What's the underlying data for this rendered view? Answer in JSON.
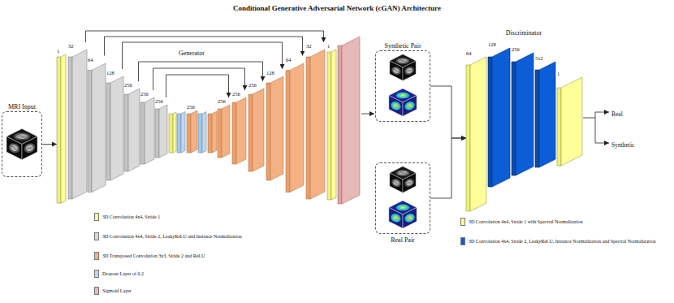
{
  "diagram": {
    "title": "Conditional Generative Adversarial Network (cGAN) Architecture",
    "nodes": [
      {
        "text": [
          "MRI Input"
        ]
      },
      {
        "text": [
          "1"
        ]
      },
      {
        "text": [
          "32"
        ]
      },
      {
        "text": [
          "64"
        ]
      },
      {
        "text": [
          "128"
        ]
      },
      {
        "text": [
          "256"
        ]
      },
      {
        "text": [
          "256"
        ]
      },
      {
        "text": [
          "256"
        ]
      },
      {
        "text": [
          "256"
        ]
      },
      {
        "text": [
          "256"
        ]
      },
      {
        "text": [
          "256"
        ]
      },
      {
        "text": [
          "256"
        ]
      },
      {
        "text": [
          "128"
        ]
      },
      {
        "text": [
          "64"
        ]
      },
      {
        "text": [
          "32"
        ]
      },
      {
        "text": [
          "1"
        ]
      },
      {
        "text": [
          "Synthetic Pair"
        ]
      },
      {
        "text": [
          "Real Pair"
        ]
      },
      {
        "text": [
          "64"
        ]
      },
      {
        "text": [
          "128"
        ]
      },
      {
        "text": [
          "256"
        ]
      },
      {
        "text": [
          "512"
        ]
      },
      {
        "text": [
          "1"
        ]
      }
    ],
    "edges": [
      {
        "from": 0,
        "to": 1,
        "arrow": "to"
      },
      {
        "from": 2,
        "to": 14,
        "arrow": "to"
      },
      {
        "from": 3,
        "to": 13,
        "arrow": "to"
      },
      {
        "from": 4,
        "to": 12,
        "arrow": "to"
      },
      {
        "from": 5,
        "to": 11,
        "arrow": "to"
      },
      {
        "from": 6,
        "to": 10,
        "arrow": "to"
      },
      {
        "from": 7,
        "to": 9,
        "arrow": "to"
      },
      {
        "from": 16,
        "to": 18,
        "arrow": "to"
      },
      {
        "from": 17,
        "to": 18,
        "arrow": "to"
      }
    ],
    "labels": [
      "Generator",
      "Discriminator",
      "Real",
      "Synthetic"
    ],
    "legend": [
      {
        "text": "3D Convolution 4x4, Stride 1",
        "color": "#ffff99"
      },
      {
        "text": "3D Convolution 4x4, Stride 2, LeakyReLU and Instance Normalization",
        "color": "#d9d9d9"
      },
      {
        "text": "3D Transposed Convolution 3x3, Stride 2 and ReLU",
        "color": "#f4b183"
      },
      {
        "text": "Dropout Layer of 0.2",
        "color": "#bdd7ee"
      },
      {
        "text": "Sigmoid Layer",
        "color": "#e6b8b7"
      },
      {
        "text": "3D Convolution 4x4, Stride 1 with Spectral Normalization",
        "color": "#ffff99"
      },
      {
        "text": "3D Convolution 4x4, Stride 2, LeakyReLU, Instance Normalization and Spectral Normalization",
        "color": "#0b5ed7"
      }
    ]
  }
}
